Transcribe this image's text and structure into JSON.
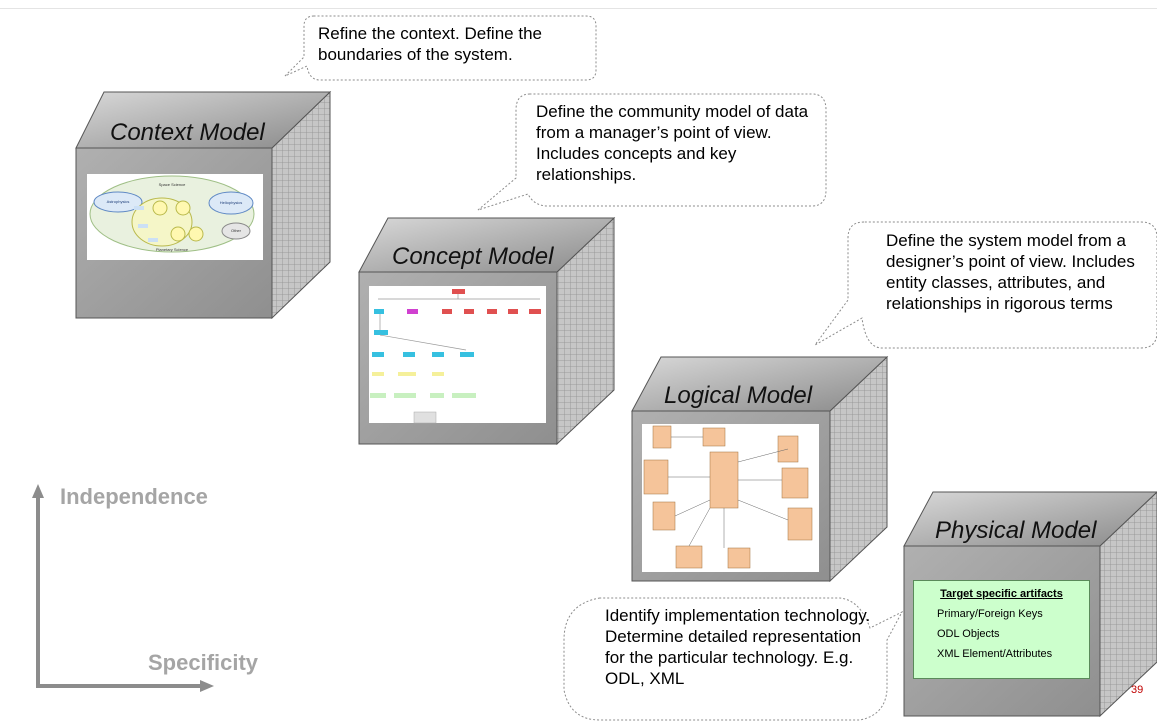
{
  "callouts": {
    "context": "Refine the context. Define the boundaries of the system.",
    "concept": "Define the community model of data from a manager’s point of view. Includes concepts and key relationships.",
    "logical": "Define the system model from a designer’s point of view. Includes entity classes, attributes, and relationships in rigorous terms",
    "physical": "Identify implementation technology. Determine detailed representation for the particular technology. E.g. ODL, XML"
  },
  "cubes": {
    "context": {
      "title": "Context Model"
    },
    "concept": {
      "title": "Concept Model"
    },
    "logical": {
      "title": "Logical Model"
    },
    "physical": {
      "title": "Physical Model"
    }
  },
  "context_thumb": {
    "outer_title": "Space Science",
    "outer_bottom": "Planetary Science",
    "left": "Astrophysics",
    "right_top": "Heliophysics",
    "right_bottom": "Other"
  },
  "physical_box": {
    "heading": "Target specific artifacts",
    "items": [
      "Primary/Foreign Keys",
      "ODL Objects",
      "XML Element/Attributes"
    ]
  },
  "axis": {
    "vertical_label": "Independence",
    "horizontal_label": "Specificity"
  },
  "page_number": "39",
  "colors": {
    "axis": "#8c8c8c",
    "axis_label": "#a5a5a5",
    "cube_front": "#9a9a9a",
    "artifact_box": "#ccffcc",
    "page_number": "#c00000"
  }
}
